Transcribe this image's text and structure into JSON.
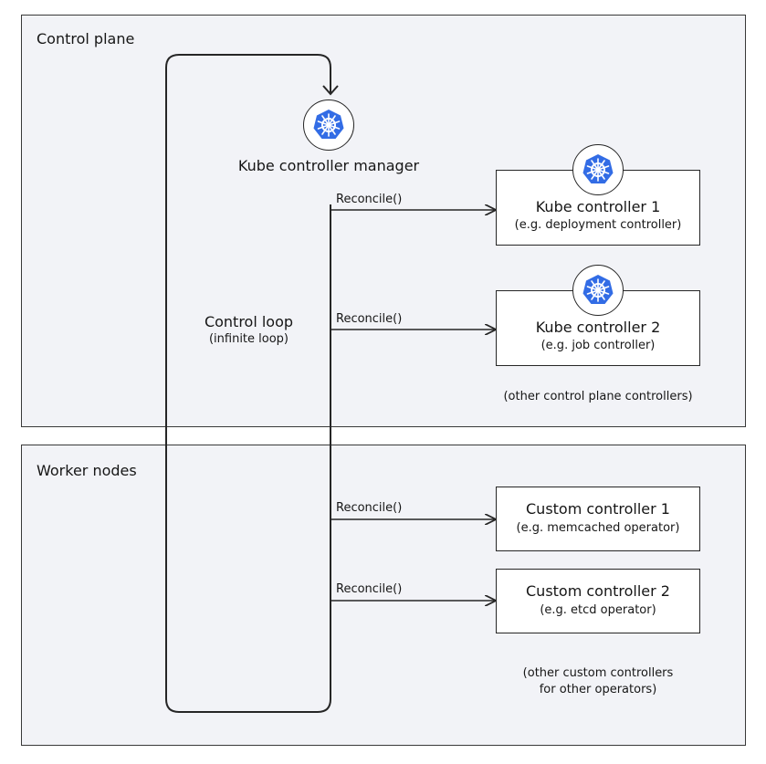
{
  "control_plane": {
    "title": "Control plane",
    "manager_label": "Kube controller manager",
    "loop_title": "Control loop",
    "loop_sub": "(infinite loop)",
    "controllers": [
      {
        "title": "Kube controller 1",
        "sub": "(e.g. deployment controller)"
      },
      {
        "title": "Kube controller 2",
        "sub": "(e.g. job controller)"
      }
    ],
    "other_note": "(other control plane controllers)"
  },
  "worker_nodes": {
    "title": "Worker nodes",
    "controllers": [
      {
        "title": "Custom controller 1",
        "sub": "(e.g. memcached operator)"
      },
      {
        "title": "Custom controller 2",
        "sub": "(e.g. etcd operator)"
      }
    ],
    "other_note_line1": "(other custom controllers",
    "other_note_line2": "for other operators)"
  },
  "reconcile_label": "Reconcile()",
  "colors": {
    "zone_fill": "#f2f3f7",
    "line": "#262626",
    "kubernetes_blue": "#326ce5"
  },
  "icons": {
    "manager": "kubernetes-icon",
    "controller": "kubernetes-icon"
  }
}
